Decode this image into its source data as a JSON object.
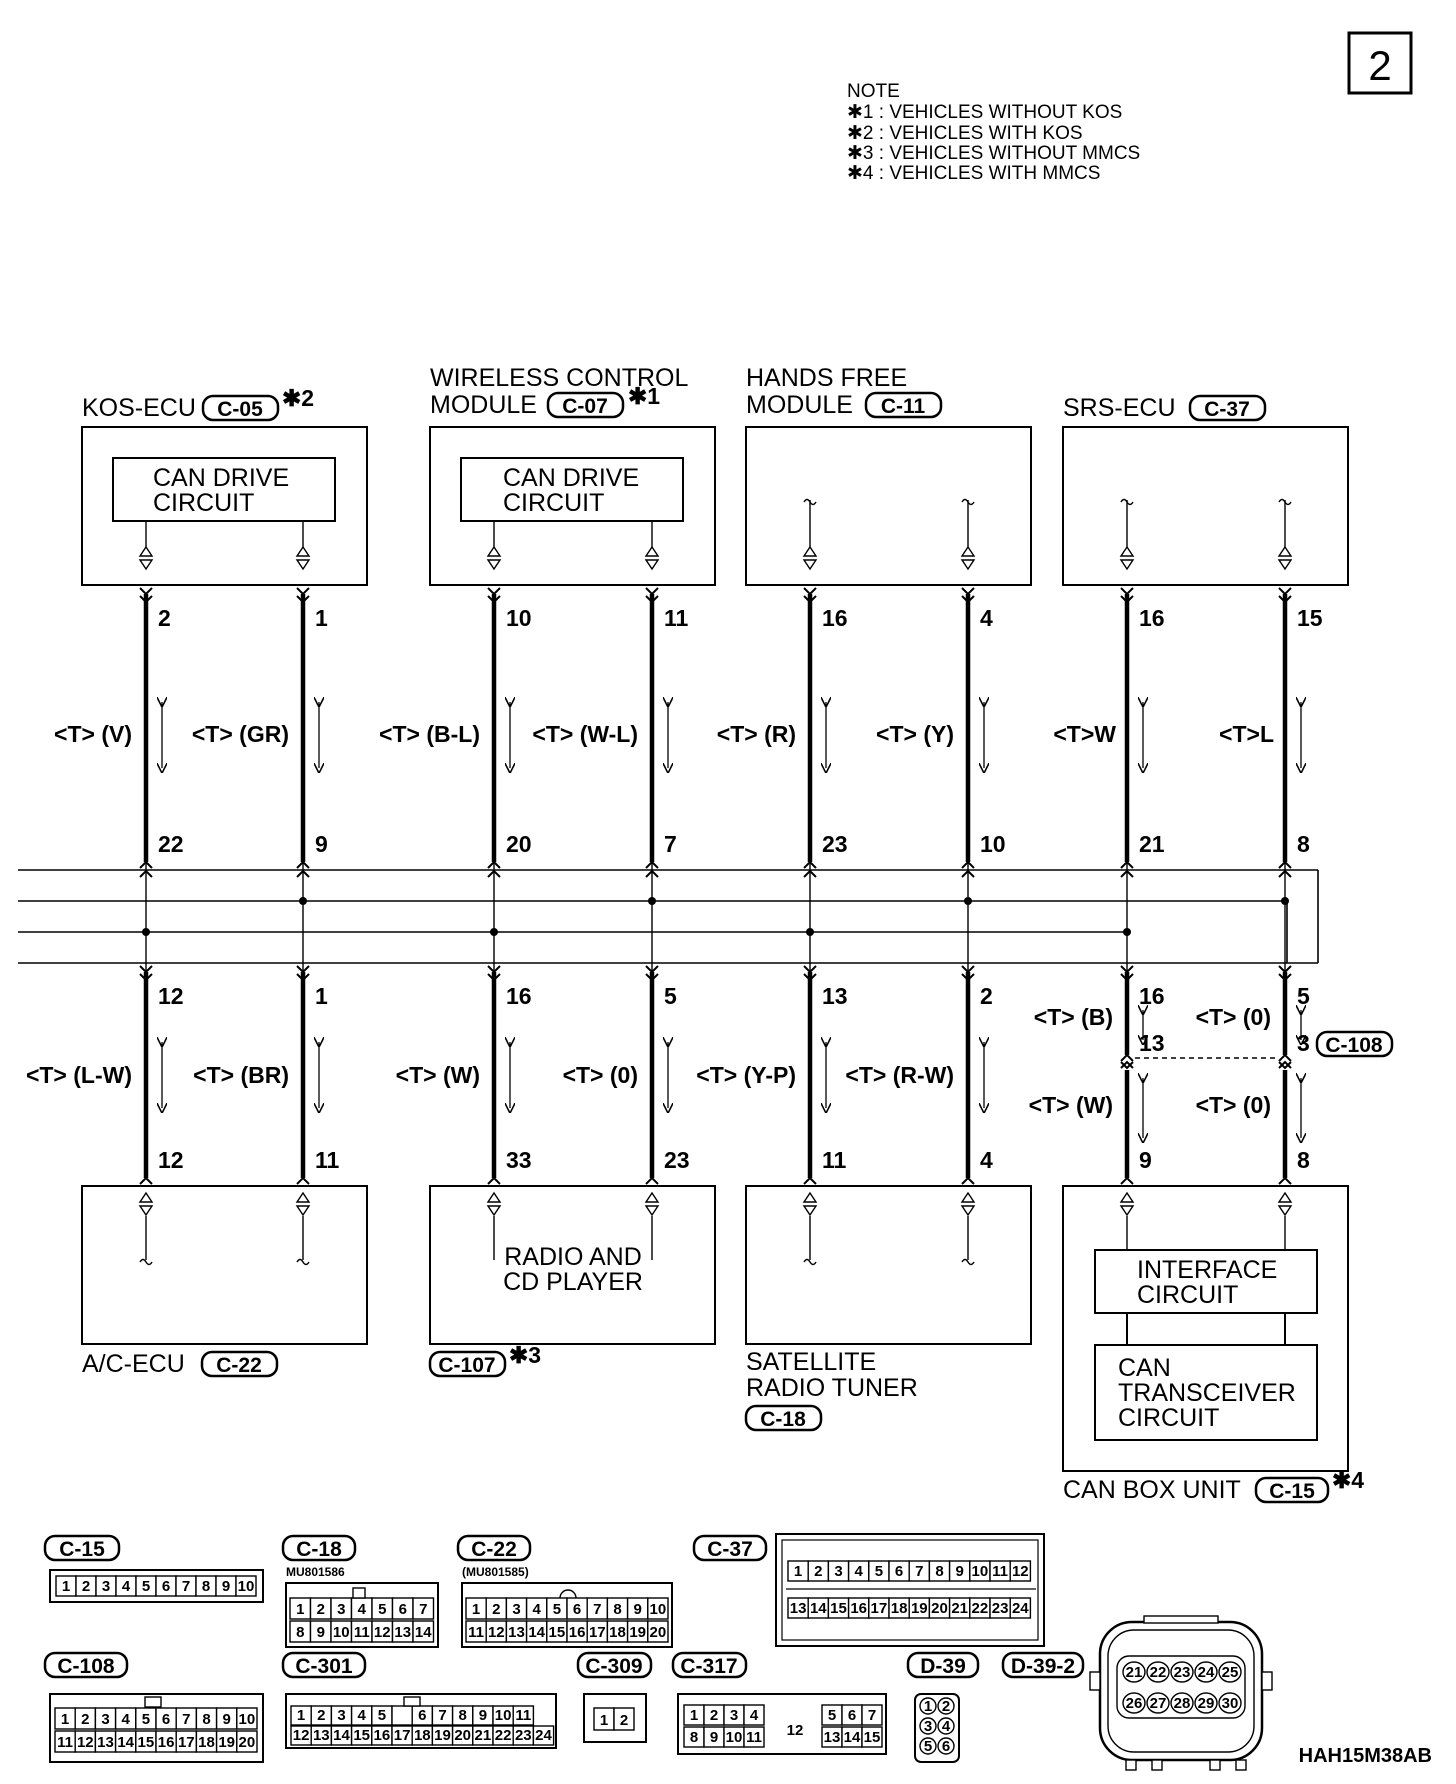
{
  "page_number": "2",
  "note": {
    "title": "NOTE",
    "items": [
      "✱1 : VEHICLES WITHOUT KOS",
      "✱2 : VEHICLES WITH KOS",
      "✱3 : VEHICLES WITHOUT MMCS",
      "✱4 : VEHICLES WITH MMCS"
    ]
  },
  "components": {
    "kos_ecu": {
      "name": "KOS-ECU",
      "connector": "C-05",
      "mark": "✱2",
      "inner": [
        "CAN DRIVE",
        "CIRCUIT"
      ]
    },
    "wireless": {
      "name_line1": "WIRELESS CONTROL",
      "name_line2": "MODULE",
      "connector": "C-07",
      "mark": "✱1",
      "inner": [
        "CAN DRIVE",
        "CIRCUIT"
      ]
    },
    "hands_free": {
      "name_line1": "HANDS FREE",
      "name_line2": "MODULE",
      "connector": "C-11"
    },
    "srs_ecu": {
      "name": "SRS-ECU",
      "connector": "C-37"
    },
    "ac_ecu": {
      "name": "A/C-ECU",
      "connector": "C-22"
    },
    "radio": {
      "inner": [
        "RADIO AND",
        "CD PLAYER"
      ],
      "connector": "C-107",
      "mark": "✱3"
    },
    "satellite": {
      "name_line1": "SATELLITE",
      "name_line2": "RADIO TUNER",
      "connector": "C-18"
    },
    "can_box": {
      "name": "CAN BOX UNIT",
      "connector": "C-15",
      "mark": "✱4",
      "interface": [
        "INTERFACE",
        "CIRCUIT"
      ],
      "transceiver": [
        "CAN",
        "TRANSCEIVER",
        "CIRCUIT"
      ]
    }
  },
  "top_wires": [
    {
      "pin_top": "2",
      "label": "<T> (V)",
      "pin_bottom": "22"
    },
    {
      "pin_top": "1",
      "label": "<T> (GR)",
      "pin_bottom": "9"
    },
    {
      "pin_top": "10",
      "label": "<T> (B-L)",
      "pin_bottom": "20"
    },
    {
      "pin_top": "11",
      "label": "<T> (W-L)",
      "pin_bottom": "7"
    },
    {
      "pin_top": "16",
      "label": "<T> (R)",
      "pin_bottom": "23"
    },
    {
      "pin_top": "4",
      "label": "<T> (Y)",
      "pin_bottom": "10"
    },
    {
      "pin_top": "16",
      "label": "<T>W",
      "pin_bottom": "21"
    },
    {
      "pin_top": "15",
      "label": "<T>L",
      "pin_bottom": "8"
    }
  ],
  "bottom_wires": [
    {
      "pin_top": "12",
      "label": "<T> (L-W)",
      "pin_bottom": "12"
    },
    {
      "pin_top": "1",
      "label": "<T> (BR)",
      "pin_bottom": "11"
    },
    {
      "pin_top": "16",
      "label": "<T> (W)",
      "pin_bottom": "33"
    },
    {
      "pin_top": "5",
      "label": "<T> (0)",
      "pin_bottom": "23"
    },
    {
      "pin_top": "13",
      "label": "<T> (Y-P)",
      "pin_bottom": "11"
    },
    {
      "pin_top": "2",
      "label": "<T> (R-W)",
      "pin_bottom": "4"
    }
  ],
  "can_box_wires": {
    "left": {
      "pin_top": "16",
      "label_upper": "<T> (B)",
      "pin_mid": "13",
      "label_lower": "<T> (W)",
      "pin_bottom": "9"
    },
    "right": {
      "pin_top": "5",
      "label_upper": "<T> (0)",
      "pin_mid": "3",
      "label_lower": "<T> (0)",
      "pin_bottom": "8"
    },
    "junction_connector": "C-108"
  },
  "connector_views": {
    "c15": {
      "label": "C-15",
      "pins": [
        "1",
        "2",
        "3",
        "4",
        "5",
        "6",
        "7",
        "8",
        "9",
        "10"
      ]
    },
    "c18": {
      "label": "C-18",
      "part": "MU801586",
      "row1": [
        "1",
        "2",
        "3",
        "4",
        "5",
        "6",
        "7"
      ],
      "row2": [
        "8",
        "9",
        "10",
        "11",
        "12",
        "13",
        "14"
      ]
    },
    "c22": {
      "label": "C-22",
      "part": "(MU801585)",
      "row1": [
        "1",
        "2",
        "3",
        "4",
        "5",
        "6",
        "7",
        "8",
        "9",
        "10"
      ],
      "row2": [
        "11",
        "12",
        "13",
        "14",
        "15",
        "16",
        "17",
        "18",
        "19",
        "20"
      ]
    },
    "c37": {
      "label": "C-37",
      "row1": [
        "1",
        "2",
        "3",
        "4",
        "5",
        "6",
        "7",
        "8",
        "9",
        "10",
        "11",
        "12"
      ],
      "row2": [
        "13",
        "14",
        "15",
        "16",
        "17",
        "18",
        "19",
        "20",
        "21",
        "22",
        "23",
        "24"
      ]
    },
    "c108": {
      "label": "C-108",
      "row1": [
        "1",
        "2",
        "3",
        "4",
        "5",
        "6",
        "7",
        "8",
        "9",
        "10"
      ],
      "row2": [
        "11",
        "12",
        "13",
        "14",
        "15",
        "16",
        "17",
        "18",
        "19",
        "20"
      ]
    },
    "c301": {
      "label": "C-301",
      "row1": [
        "1",
        "2",
        "3",
        "4",
        "5",
        "",
        "6",
        "7",
        "8",
        "9",
        "10",
        "11"
      ],
      "row2": [
        "12",
        "13",
        "14",
        "15",
        "16",
        "17",
        "18",
        "19",
        "20",
        "21",
        "22",
        "23",
        "24"
      ]
    },
    "c309": {
      "label": "C-309",
      "pins": [
        "1",
        "2"
      ]
    },
    "c317": {
      "label": "C-317",
      "row1": [
        "1",
        "2",
        "3",
        "4"
      ],
      "row1b": [
        "5",
        "6",
        "7"
      ],
      "center": "12",
      "row2": [
        "8",
        "9",
        "10",
        "11"
      ],
      "row2b": [
        "13",
        "14",
        "15"
      ]
    },
    "d39": {
      "label": "D-39",
      "pins": [
        "1",
        "2",
        "3",
        "4",
        "5",
        "6"
      ]
    },
    "d392": {
      "label": "D-39-2",
      "row1": [
        "21",
        "22",
        "23",
        "24",
        "25"
      ],
      "row2": [
        "26",
        "27",
        "28",
        "29",
        "30"
      ]
    }
  },
  "diagram_code": "HAH15M38AB"
}
